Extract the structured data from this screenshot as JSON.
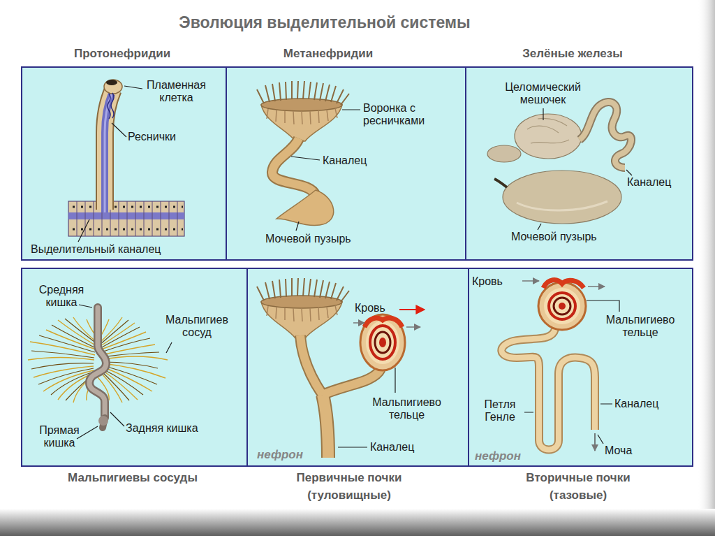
{
  "diagram": {
    "title": "Эволюция выделительной системы",
    "nodes": [
      {
        "text": [
          "Протонефридии"
        ]
      },
      {
        "text": [
          "Метанефридии"
        ]
      },
      {
        "text": [
          "Зелёные железы"
        ]
      },
      {
        "text": [
          "Мальпигиевы сосуды"
        ]
      },
      {
        "text": [
          "Первичные почки (туловищные)"
        ]
      },
      {
        "text": [
          "Вторичные почки (тазовые)"
        ]
      }
    ],
    "labels": [
      "Пламенная клетка",
      "Реснички",
      "Выделительный каналец",
      "Воронка с ресничками",
      "Каналец",
      "Мочевой пузырь",
      "Целомический мешочек",
      "Каналец",
      "Мочевой пузырь",
      "Средняя кишка",
      "Мальпигиев сосуд",
      "Прямая кишка",
      "Задняя кишка",
      "Кровь",
      "Мальпигиево тельце",
      "Каналец",
      "нефрон",
      "Кровь",
      "Мальпигиево тельце",
      "Петля Генле",
      "Каналец",
      "Моча",
      "нефрон"
    ]
  }
}
